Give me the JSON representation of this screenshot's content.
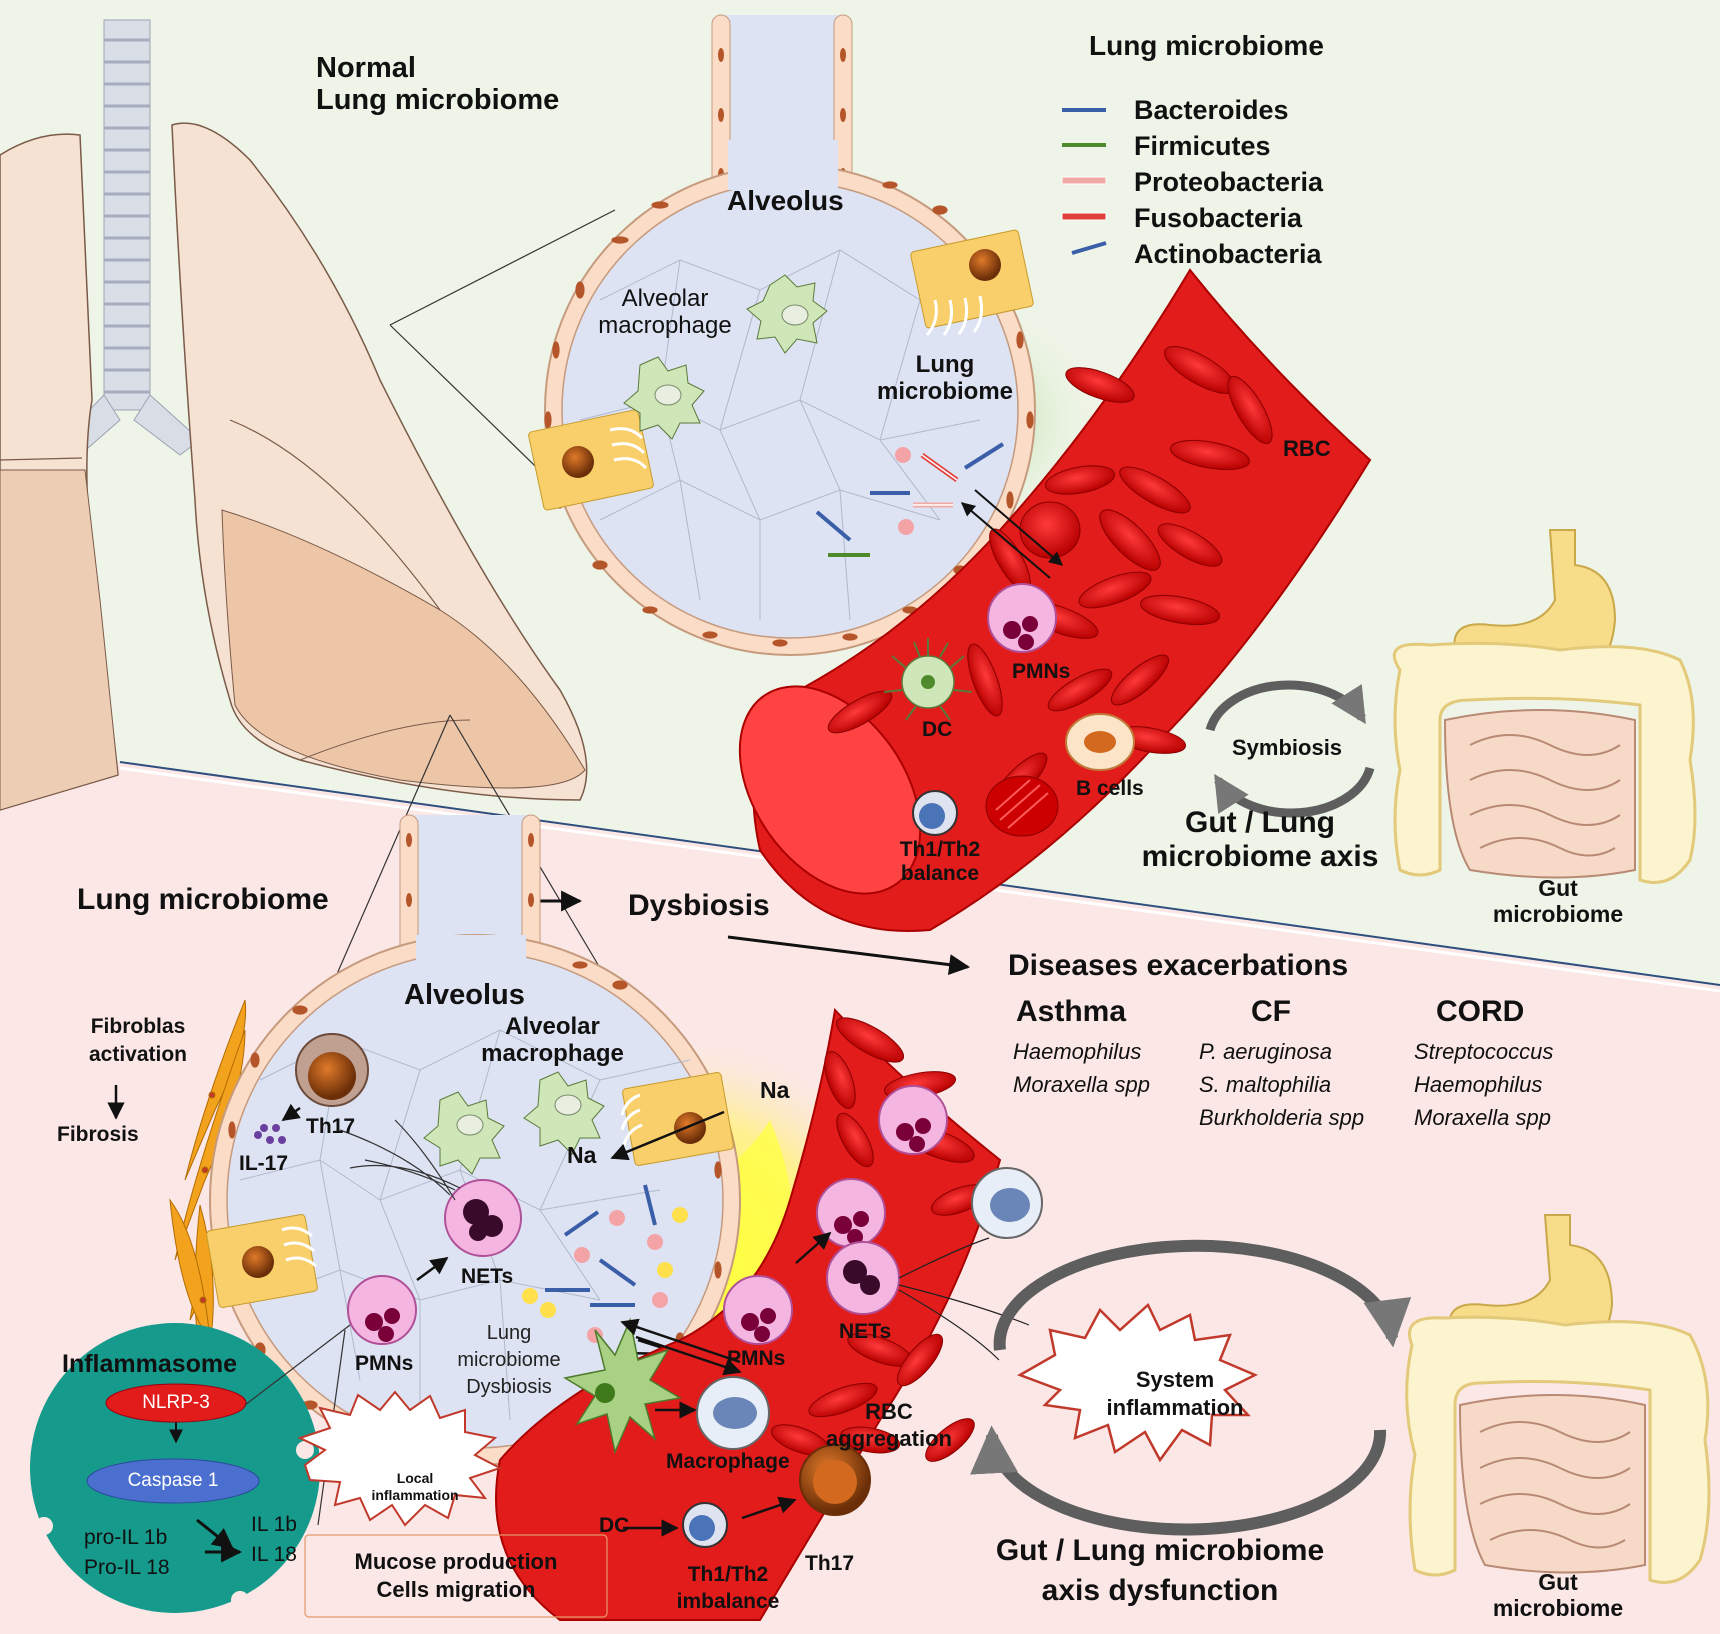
{
  "colors": {
    "bg_top": "#eef4e7",
    "bg_bottom": "#fbe7e6",
    "vessel": "#e21b1b",
    "alveolus": "#dde3f2",
    "lung": "#f4d8c4",
    "gut": "#f9f1c8",
    "inflammasome": "#169a8c",
    "bacteroides": "#3b5ea8",
    "firmicutes": "#4e8a2c",
    "proteobacteria": "#f1a9a6",
    "fusobacteria": "#e0403c",
    "actinobacteria": "#3b5ea8"
  },
  "top": {
    "title_line1": "Normal",
    "title_line2": "Lung microbiome",
    "alveolus": "Alveolus",
    "macrophage_line1": "Alveolar",
    "macrophage_line2": "macrophage",
    "microbiome_line1": "Lung",
    "microbiome_line2": "microbiome",
    "rbc": "RBC",
    "pmns": "PMNs",
    "dc": "DC",
    "b_cells": "B cells",
    "th_line1": "Th1/Th2",
    "th_line2": "balance",
    "symbiosis": "Symbiosis",
    "axis_line1": "Gut / Lung",
    "axis_line2": "microbiome axis",
    "gut_line1": "Gut",
    "gut_line2": "microbiome"
  },
  "legend": {
    "title": "Lung microbiome",
    "items": [
      {
        "label": "Bacteroides",
        "color": "#3b5ea8"
      },
      {
        "label": "Firmicutes",
        "color": "#4e8a2c"
      },
      {
        "label": "Proteobacteria",
        "color": "#f1a9a6"
      },
      {
        "label": "Fusobacteria",
        "color": "#e0403c"
      },
      {
        "label": "Actinobacteria",
        "color": "#3b5ea8"
      }
    ]
  },
  "bottom": {
    "lung_microbiome": "Lung microbiome",
    "dysbiosis": "Dysbiosis",
    "diseases": "Diseases exacerbations",
    "disease_columns": [
      {
        "name": "Asthma",
        "organisms": [
          "Haemophilus",
          "Moraxella spp"
        ]
      },
      {
        "name": "CF",
        "organisms": [
          "P. aeruginosa",
          "S. maltophilia",
          "Burkholderia spp"
        ]
      },
      {
        "name": "CORD",
        "organisms": [
          "Streptococcus",
          "Haemophilus",
          "Moraxella spp"
        ]
      }
    ],
    "fibro_line1": "Fibroblas",
    "fibro_line2": "activation",
    "fibrosis": "Fibrosis",
    "alveolus": "Alveolus",
    "macrophage_line1": "Alveolar",
    "macrophage_line2": "macrophage",
    "th17": "Th17",
    "il17": "IL-17",
    "na": "Na",
    "nets": "NETs",
    "pmns": "PMNs",
    "dysbiosis_line1": "Lung",
    "dysbiosis_line2": "microbiome",
    "dysbiosis_line3": "Dysbiosis",
    "inflammasome": "Inflammasome",
    "nlrp3": "NLRP-3",
    "caspase": "Caspase 1",
    "pro_il1b": "pro-IL 1b",
    "pro_il18": "Pro-IL 18",
    "il1b": "IL 1b",
    "il18": "IL 18",
    "local_line1": "Local",
    "local_line2": "inflammation",
    "mucose_line1": "Mucose production",
    "mucose_line2": "Cells migration",
    "macrophage": "Macrophage",
    "dc": "DC",
    "th_line1": "Th1/Th2",
    "th_line2": "imbalance",
    "rbc_line1": "RBC",
    "rbc_line2": "aggregation",
    "system_line1": "System",
    "system_line2": "inflammation",
    "axis_line1": "Gut / Lung microbiome",
    "axis_line2": "axis dysfunction",
    "gut_line1": "Gut",
    "gut_line2": "microbiome"
  }
}
